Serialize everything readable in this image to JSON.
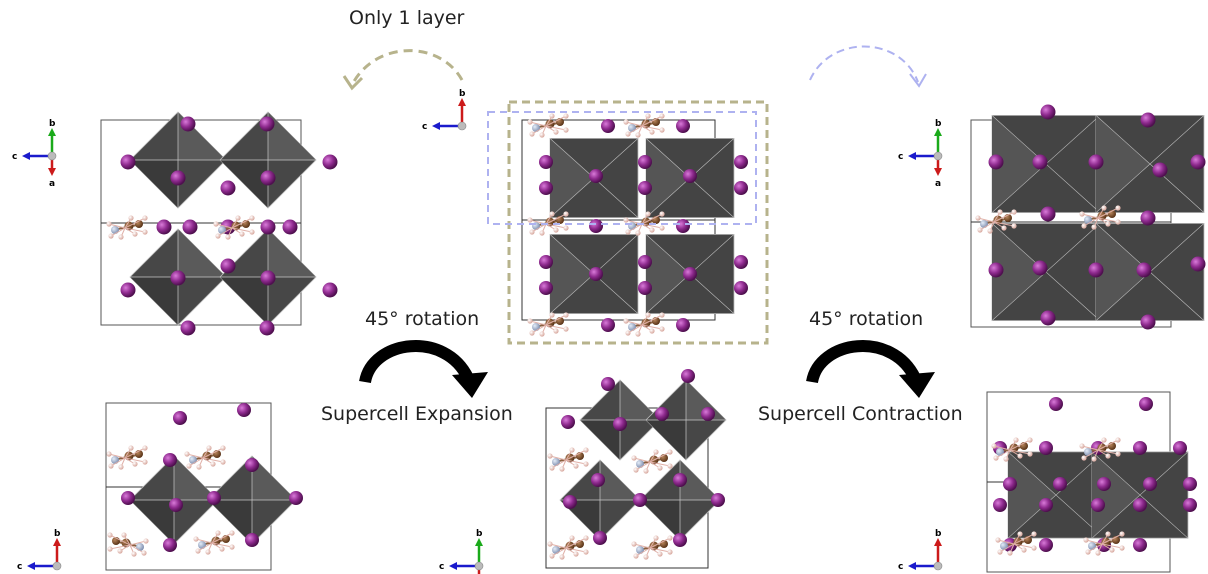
{
  "annotations": {
    "top_label": "Only 1 layer",
    "rotation_left": "45° rotation",
    "rotation_right": "45° rotation",
    "expansion": "Supercell Expansion",
    "contraction": "Supercell Contraction"
  },
  "axes": {
    "a": "a",
    "b": "b",
    "c": "c"
  },
  "colors": {
    "iodine": "#8e2a8e",
    "octahedron": "#4a4a4a",
    "carbon": "#7a4a26",
    "nitrogen": "#a6b4d0",
    "hydrogen": "#f0c8c0",
    "olive_dash": "#b7b38c",
    "blue_dash": "#aeb2f0",
    "arrow": "#000000"
  }
}
